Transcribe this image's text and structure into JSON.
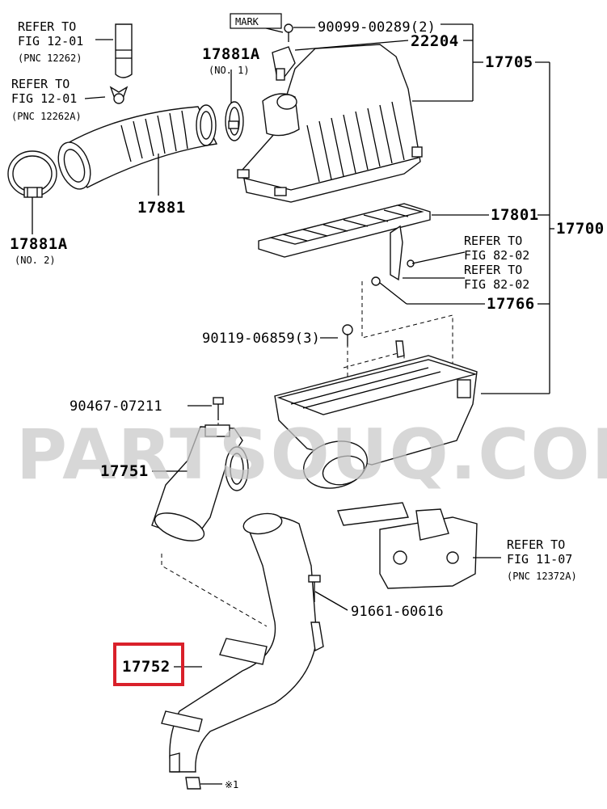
{
  "watermark": "PARTSOUQ.COM",
  "mark_tag": "MARK",
  "callouts": {
    "refer_12_01_a": {
      "line1": "REFER TO",
      "line2": "FIG 12-01",
      "line3": "(PNC 12262)"
    },
    "refer_12_01_b": {
      "line1": "REFER TO",
      "line2": "FIG 12-01",
      "line3": "(PNC 12262A)"
    },
    "refer_82_02_a": {
      "line1": "REFER TO",
      "line2": "FIG 82-02"
    },
    "refer_82_02_b": {
      "line1": "REFER TO",
      "line2": "FIG 82-02"
    },
    "refer_11_07": {
      "line1": "REFER TO",
      "line2": "FIG 11-07",
      "line3": "(PNC 12372A)"
    }
  },
  "parts": {
    "p90099": "90099-00289(2)",
    "p22204": "22204",
    "p17705": "17705",
    "p17881A_1": "17881A",
    "p17881A_1_note": "(NO. 1)",
    "p17881": "17881",
    "p17881A_2": "17881A",
    "p17881A_2_note": "(NO. 2)",
    "p17801": "17801",
    "p17700": "17700",
    "p17766": "17766",
    "p90119": "90119-06859(3)",
    "p90467": "90467-07211",
    "p17751": "17751",
    "p91661": "91661-60616",
    "p17752": "17752",
    "note_x1": "※1"
  },
  "highlight": {
    "part": "17752",
    "color": "#d9202a"
  }
}
